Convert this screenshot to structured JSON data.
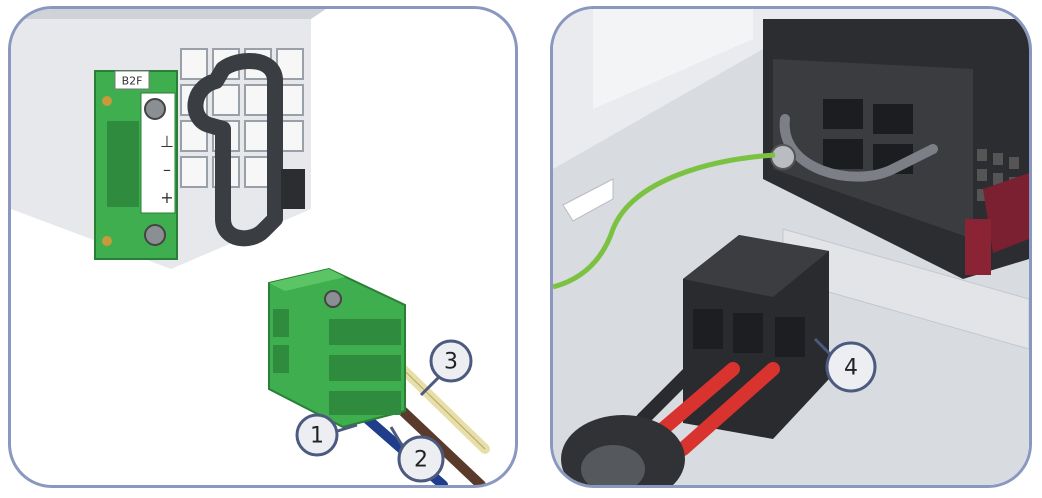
{
  "colors": {
    "panel_border": "#8a97c0",
    "connector_green": "#3fae4f",
    "cable_blue": "#1f3d8a",
    "cable_brown": "#5a3a2a",
    "cable_yellow": "#e8dfa8",
    "cable_red": "#d8332e",
    "ground_wire": "#7cc242"
  },
  "left_panel": {
    "module_label": "B2F",
    "terminal_symbols": [
      "⊥",
      "–",
      "+"
    ],
    "callouts": [
      "1",
      "2",
      "3"
    ]
  },
  "right_panel": {
    "callouts": [
      "4"
    ]
  }
}
